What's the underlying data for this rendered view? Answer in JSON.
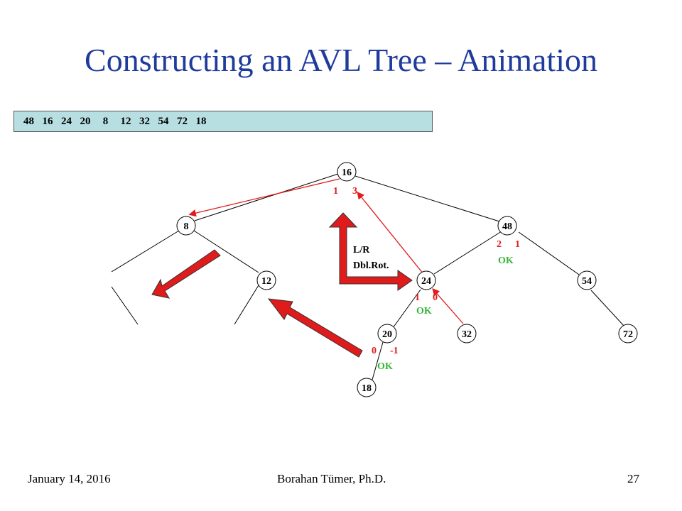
{
  "slide": {
    "title": "Constructing an AVL Tree – Animation",
    "sequence": "48  16  24  20   8   12  32  54  72  18",
    "footer": {
      "date": "January 14, 2016",
      "author": "Borahan Tümer, Ph.D.",
      "page": "27"
    }
  },
  "tree": {
    "nodes": [
      {
        "id": "n16",
        "label": "16"
      },
      {
        "id": "n8",
        "label": "8"
      },
      {
        "id": "n48",
        "label": "48"
      },
      {
        "id": "n12",
        "label": "12"
      },
      {
        "id": "n24",
        "label": "24"
      },
      {
        "id": "n54",
        "label": "54"
      },
      {
        "id": "n20",
        "label": "20"
      },
      {
        "id": "n32",
        "label": "32"
      },
      {
        "id": "n72",
        "label": "72"
      },
      {
        "id": "n18",
        "label": "18"
      }
    ],
    "balances": [
      {
        "node": "n16",
        "left": "1",
        "right": "3"
      },
      {
        "node": "n48",
        "left": "2",
        "right": "1"
      },
      {
        "node": "n24",
        "left": "1",
        "right": "0"
      },
      {
        "node": "n20",
        "left": "0",
        "right": "-1"
      }
    ],
    "ok_labels": [
      "OK",
      "OK",
      "OK"
    ],
    "rotation_label": [
      "L/R",
      "Dbl.Rot."
    ]
  },
  "colors": {
    "title": "#1f3b9c",
    "sequence_bar": "#b7dee1",
    "balance": "#e01b1b",
    "ok": "#35b535",
    "arrow": "#e01b1b"
  }
}
